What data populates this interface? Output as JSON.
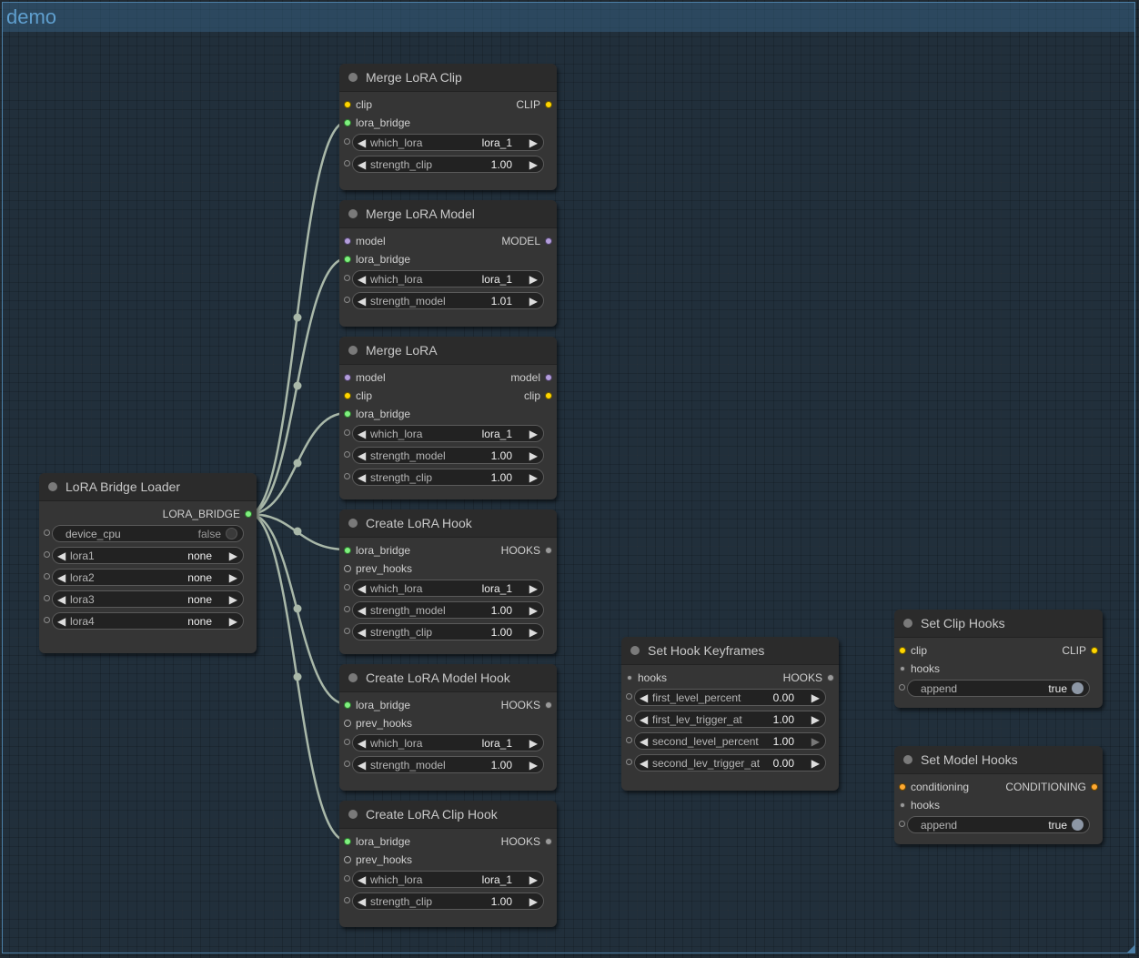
{
  "group": {
    "title": "demo"
  },
  "nodes": {
    "bridge_loader": {
      "title": "LoRA Bridge Loader",
      "output": "LORA_BRIDGE",
      "device_cpu": {
        "label": "device_cpu",
        "value": "false"
      },
      "lora1": {
        "label": "lora1",
        "value": "none"
      },
      "lora2": {
        "label": "lora2",
        "value": "none"
      },
      "lora3": {
        "label": "lora3",
        "value": "none"
      },
      "lora4": {
        "label": "lora4",
        "value": "none"
      }
    },
    "merge_clip": {
      "title": "Merge LoRA Clip",
      "in_clip": "clip",
      "out_clip": "CLIP",
      "in_bridge": "lora_bridge",
      "which_lora": {
        "label": "which_lora",
        "value": "lora_1"
      },
      "strength_clip": {
        "label": "strength_clip",
        "value": "1.00"
      }
    },
    "merge_model": {
      "title": "Merge LoRA Model",
      "in_model": "model",
      "out_model": "MODEL",
      "in_bridge": "lora_bridge",
      "which_lora": {
        "label": "which_lora",
        "value": "lora_1"
      },
      "strength_model": {
        "label": "strength_model",
        "value": "1.01"
      }
    },
    "merge_lora": {
      "title": "Merge LoRA",
      "in_model": "model",
      "out_model": "model",
      "in_clip": "clip",
      "out_clip": "clip",
      "in_bridge": "lora_bridge",
      "which_lora": {
        "label": "which_lora",
        "value": "lora_1"
      },
      "strength_model": {
        "label": "strength_model",
        "value": "1.00"
      },
      "strength_clip": {
        "label": "strength_clip",
        "value": "1.00"
      }
    },
    "create_hook": {
      "title": "Create LoRA Hook",
      "in_bridge": "lora_bridge",
      "out_hooks": "HOOKS",
      "in_prev": "prev_hooks",
      "which_lora": {
        "label": "which_lora",
        "value": "lora_1"
      },
      "strength_model": {
        "label": "strength_model",
        "value": "1.00"
      },
      "strength_clip": {
        "label": "strength_clip",
        "value": "1.00"
      }
    },
    "create_model_hook": {
      "title": "Create LoRA Model Hook",
      "in_bridge": "lora_bridge",
      "out_hooks": "HOOKS",
      "in_prev": "prev_hooks",
      "which_lora": {
        "label": "which_lora",
        "value": "lora_1"
      },
      "strength_model": {
        "label": "strength_model",
        "value": "1.00"
      }
    },
    "create_clip_hook": {
      "title": "Create LoRA Clip Hook",
      "in_bridge": "lora_bridge",
      "out_hooks": "HOOKS",
      "in_prev": "prev_hooks",
      "which_lora": {
        "label": "which_lora",
        "value": "lora_1"
      },
      "strength_clip": {
        "label": "strength_clip",
        "value": "1.00"
      }
    },
    "keyframes": {
      "title": "Set Hook Keyframes",
      "in_hooks": "hooks",
      "out_hooks": "HOOKS",
      "first_level_percent": {
        "label": "first_level_percent",
        "value": "0.00"
      },
      "first_lev_trigger_at": {
        "label": "first_lev_trigger_at",
        "value": "1.00"
      },
      "second_level_percent": {
        "label": "second_level_percent",
        "value": "1.00"
      },
      "second_lev_trigger_at": {
        "label": "second_lev_trigger_at",
        "value": "0.00"
      }
    },
    "clip_hooks": {
      "title": "Set Clip Hooks",
      "in_clip": "clip",
      "out_clip": "CLIP",
      "in_hooks": "hooks",
      "append": {
        "label": "append",
        "value": "true"
      }
    },
    "model_hooks": {
      "title": "Set Model Hooks",
      "in_cond": "conditioning",
      "out_cond": "CONDITIONING",
      "in_hooks": "hooks",
      "append": {
        "label": "append",
        "value": "true"
      }
    }
  },
  "colors": {
    "clip": "#ffd500",
    "model": "#b39ddb",
    "lora_bridge": "#7ff07f",
    "hooks": "#9a9a9a",
    "conditioning": "#ffa931",
    "link": "#a9b8a9"
  },
  "arrows": {
    "left": "◀",
    "right": "▶"
  }
}
